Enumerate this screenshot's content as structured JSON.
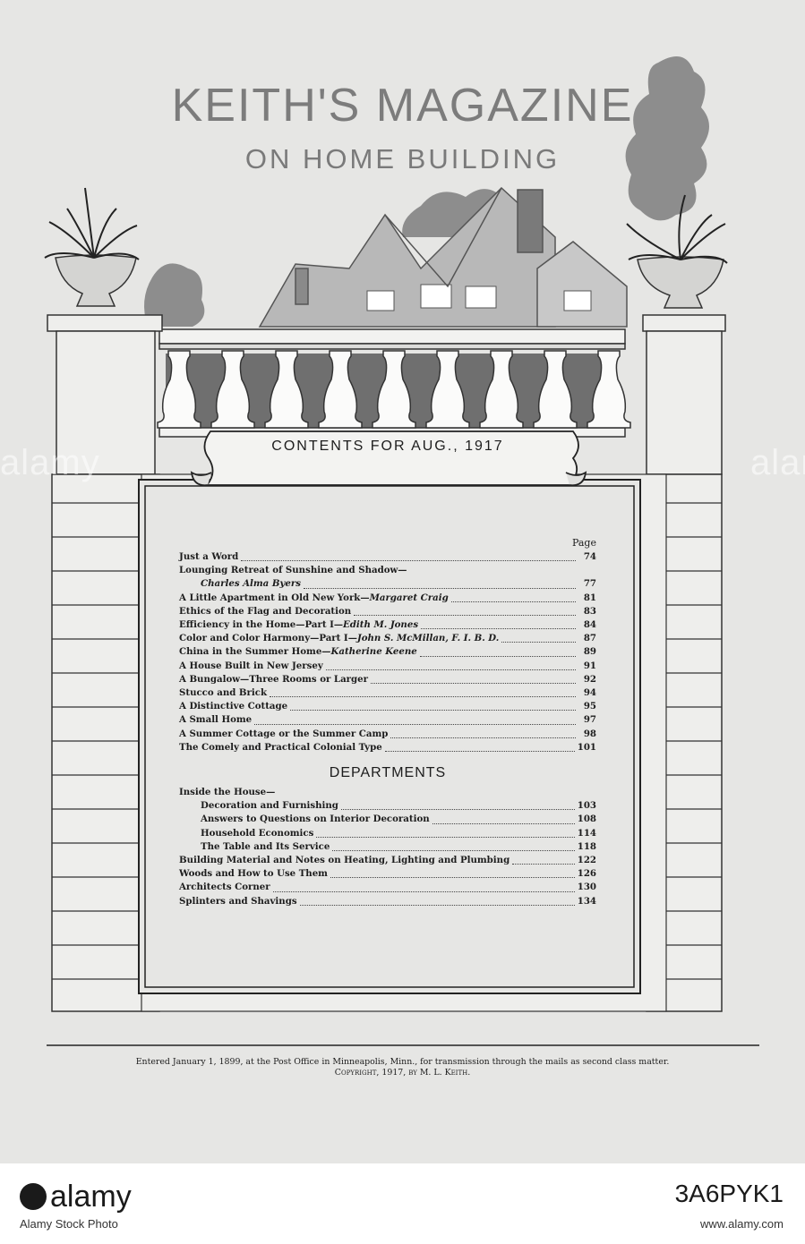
{
  "magazine": {
    "title": "KEITH'S MAGAZINE",
    "subtitle": "ON HOME BUILDING",
    "contents_heading": "CONTENTS FOR AUG., 1917"
  },
  "toc": {
    "page_label": "Page",
    "articles": [
      {
        "title": "Just a Word",
        "author": "",
        "page": "74"
      },
      {
        "title": "Lounging Retreat of Sunshine and Shadow—",
        "author": "Charles Alma Byers",
        "page": "77",
        "author_on_next_line": true
      },
      {
        "title": "A Little Apartment in Old New York—",
        "author": "Margaret Craig",
        "page": "81"
      },
      {
        "title": "Ethics of the Flag and Decoration",
        "author": "",
        "page": "83"
      },
      {
        "title": "Efficiency in the Home—Part I—",
        "author": "Edith M. Jones",
        "page": "84"
      },
      {
        "title": "Color and Color Harmony—Part I—",
        "author": "John S. McMillan, F. I. B. D.",
        "page": "87"
      },
      {
        "title": "China in the Summer Home—",
        "author": "Katherine Keene",
        "page": "89"
      },
      {
        "title": "A House Built in New Jersey",
        "author": "",
        "page": "91"
      },
      {
        "title": "A Bungalow—Three Rooms or Larger",
        "author": "",
        "page": "92"
      },
      {
        "title": "Stucco and Brick",
        "author": "",
        "page": "94"
      },
      {
        "title": "A Distinctive Cottage",
        "author": "",
        "page": "95"
      },
      {
        "title": "A Small Home",
        "author": "",
        "page": "97"
      },
      {
        "title": "A Summer Cottage or the Summer Camp",
        "author": "",
        "page": "98"
      },
      {
        "title": "The Comely and Practical Colonial Type",
        "author": "",
        "page": "101"
      }
    ],
    "departments_heading": "DEPARTMENTS",
    "departments": [
      {
        "title": "Inside the House—",
        "page": "",
        "level": 0
      },
      {
        "title": "Decoration and Furnishing",
        "page": "103",
        "level": 1
      },
      {
        "title": "Answers to Questions on Interior Decoration",
        "page": "108",
        "level": 1
      },
      {
        "title": "Household Economics",
        "page": "114",
        "level": 1
      },
      {
        "title": "The Table and Its Service",
        "page": "118",
        "level": 1
      },
      {
        "title": "Building Material and Notes on Heating, Lighting and Plumbing",
        "page": "122",
        "level": 0
      },
      {
        "title": "Woods and How to Use Them",
        "page": "126",
        "level": 0
      },
      {
        "title": "Architects Corner",
        "page": "130",
        "level": 0
      },
      {
        "title": "Splinters and Shavings",
        "page": "134",
        "level": 0
      }
    ]
  },
  "footer": {
    "entry_note": "Entered January 1, 1899, at the Post Office in Minneapolis, Minn., for transmission through the mails as second class matter.",
    "copyright": "Copyright, 1917, by M. L. Keith."
  },
  "stock": {
    "logo": "alamy",
    "caption": "Alamy Stock Photo",
    "image_id": "3A6PYK1",
    "url": "www.alamy.com",
    "watermark": "alamy"
  }
}
